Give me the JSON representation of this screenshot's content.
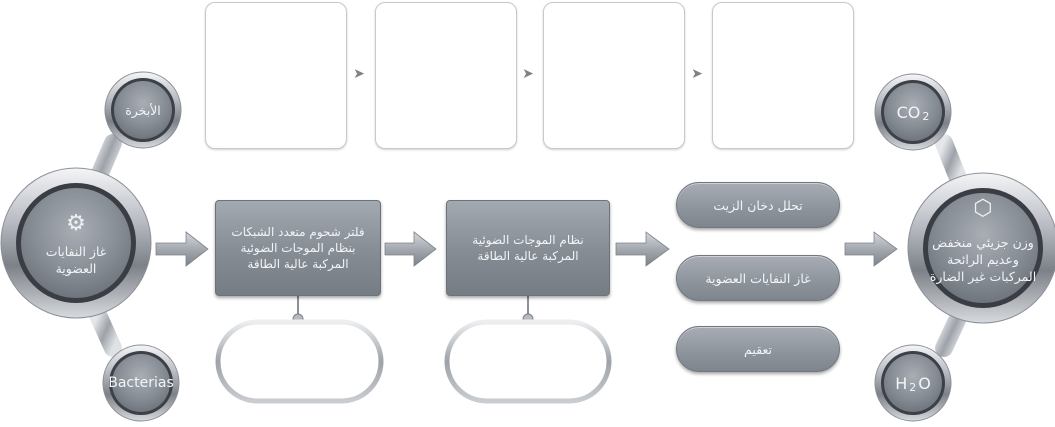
{
  "left_hub": {
    "label": "غاز النفايات العضوية",
    "icon": "bacteria-icon",
    "top_satellite": "الأبخرة",
    "bottom_satellite": "Bacterias"
  },
  "process_boxes": [
    {
      "text": "فلتر شحوم متعدد الشبكات بنظام الموجات الضوئية المركبة عالية الطاقة"
    },
    {
      "text": "نظام الموجات الضوئية المركبة عالية الطاقة"
    }
  ],
  "pills": [
    {
      "text": "تحلل دخان الزيت"
    },
    {
      "text": "غاز النفايات العضوية"
    },
    {
      "text": "تعقيم"
    }
  ],
  "right_hub": {
    "label": "وزن جزيئي منخفض وعديم الرائحة المركبات غير الضارة",
    "icon": "molecule-icon",
    "top_satellite": "CO",
    "top_satellite_sub": "2",
    "bottom_satellite": "H",
    "bottom_satellite_sub": "2",
    "bottom_satellite_tail": "O"
  },
  "colors": {
    "metal_dark": "#3c4046",
    "metal_light": "#e3e6ea",
    "box_fill": "#8d939b",
    "card_border": "#c7c9cc"
  }
}
